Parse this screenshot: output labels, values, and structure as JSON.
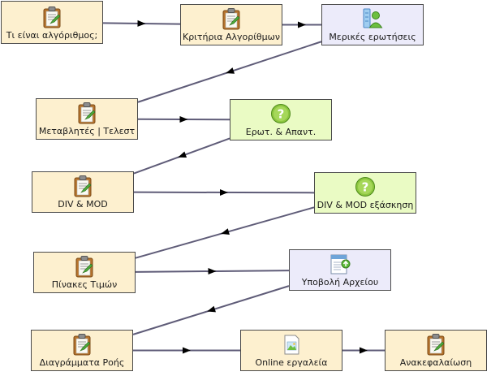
{
  "nodes": [
    {
      "id": "n1",
      "label": "Τι είναι αλγόριθμος;",
      "icon": "clipboard-icon",
      "kind": "lesson"
    },
    {
      "id": "n2",
      "label": "Κριτήρια Αλγορίθμων",
      "icon": "clipboard-icon",
      "kind": "lesson"
    },
    {
      "id": "n3",
      "label": "Μερικές ερωτήσεις",
      "icon": "survey-icon",
      "kind": "choice"
    },
    {
      "id": "n4",
      "label": "Μεταβλητές | Τελεστ",
      "icon": "clipboard-icon",
      "kind": "lesson"
    },
    {
      "id": "n5",
      "label": "Ερωτ. & Απαντ.",
      "icon": "question-icon",
      "kind": "quiz"
    },
    {
      "id": "n6",
      "label": "DIV & MOD",
      "icon": "clipboard-icon",
      "kind": "lesson"
    },
    {
      "id": "n7",
      "label": "DIV & MOD εξάσκηση",
      "icon": "question-icon",
      "kind": "quiz"
    },
    {
      "id": "n8",
      "label": "Πίνακες Τιμών",
      "icon": "clipboard-icon",
      "kind": "lesson"
    },
    {
      "id": "n9",
      "label": "Υποβολή Αρχείου",
      "icon": "upload-file-icon",
      "kind": "assign"
    },
    {
      "id": "n10",
      "label": "Διαγράμματα Ροής",
      "icon": "clipboard-icon",
      "kind": "lesson"
    },
    {
      "id": "n11",
      "label": "Online εργαλεία",
      "icon": "image-file-icon",
      "kind": "resource"
    },
    {
      "id": "n12",
      "label": "Ανακεφαλαίωση",
      "icon": "clipboard-icon",
      "kind": "lesson"
    }
  ],
  "edges": [
    [
      "n1",
      "n2"
    ],
    [
      "n2",
      "n3"
    ],
    [
      "n3",
      "n4"
    ],
    [
      "n4",
      "n5"
    ],
    [
      "n5",
      "n6"
    ],
    [
      "n6",
      "n7"
    ],
    [
      "n7",
      "n8"
    ],
    [
      "n8",
      "n9"
    ],
    [
      "n9",
      "n10"
    ],
    [
      "n10",
      "n11"
    ],
    [
      "n11",
      "n12"
    ]
  ]
}
